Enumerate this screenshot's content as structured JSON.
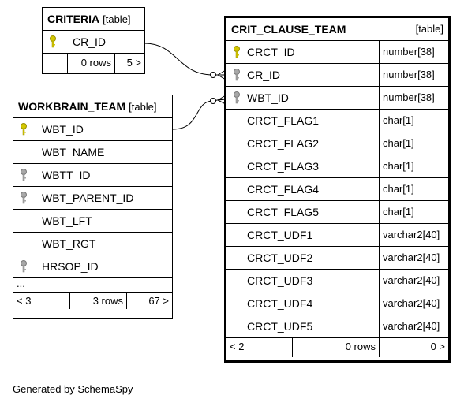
{
  "criteria": {
    "name": "CRITERIA",
    "type": "[table]",
    "columns": [
      {
        "name": "CR_ID",
        "key": "primary"
      }
    ],
    "footer": {
      "first": "",
      "rows": "0 rows",
      "last": "5 >"
    }
  },
  "workbrain_team": {
    "name": "WORKBRAIN_TEAM",
    "type": "[table]",
    "columns": [
      {
        "name": "WBT_ID",
        "key": "primary"
      },
      {
        "name": "WBT_NAME",
        "key": "none"
      },
      {
        "name": "WBTT_ID",
        "key": "foreign"
      },
      {
        "name": "WBT_PARENT_ID",
        "key": "foreign"
      },
      {
        "name": "WBT_LFT",
        "key": "none"
      },
      {
        "name": "WBT_RGT",
        "key": "none"
      },
      {
        "name": "HRSOP_ID",
        "key": "foreign"
      }
    ],
    "more": "...",
    "footer": {
      "first": "< 3",
      "rows": "3 rows",
      "last": "67 >"
    }
  },
  "crit_clause_team": {
    "name": "CRIT_CLAUSE_TEAM",
    "type": "[table]",
    "columns": [
      {
        "name": "CRCT_ID",
        "type": "number[38]",
        "key": "primary"
      },
      {
        "name": "CR_ID",
        "type": "number[38]",
        "key": "foreign"
      },
      {
        "name": "WBT_ID",
        "type": "number[38]",
        "key": "foreign"
      },
      {
        "name": "CRCT_FLAG1",
        "type": "char[1]",
        "key": "none"
      },
      {
        "name": "CRCT_FLAG2",
        "type": "char[1]",
        "key": "none"
      },
      {
        "name": "CRCT_FLAG3",
        "type": "char[1]",
        "key": "none"
      },
      {
        "name": "CRCT_FLAG4",
        "type": "char[1]",
        "key": "none"
      },
      {
        "name": "CRCT_FLAG5",
        "type": "char[1]",
        "key": "none"
      },
      {
        "name": "CRCT_UDF1",
        "type": "varchar2[40]",
        "key": "none"
      },
      {
        "name": "CRCT_UDF2",
        "type": "varchar2[40]",
        "key": "none"
      },
      {
        "name": "CRCT_UDF3",
        "type": "varchar2[40]",
        "key": "none"
      },
      {
        "name": "CRCT_UDF4",
        "type": "varchar2[40]",
        "key": "none"
      },
      {
        "name": "CRCT_UDF5",
        "type": "varchar2[40]",
        "key": "none"
      }
    ],
    "footer": {
      "first": "< 2",
      "rows": "0 rows",
      "last": "0 >"
    }
  },
  "colors": {
    "primary_key": "#d4c800",
    "foreign_key": "#a8a8a8",
    "line": "#000000"
  },
  "generated_by": "Generated by SchemaSpy"
}
